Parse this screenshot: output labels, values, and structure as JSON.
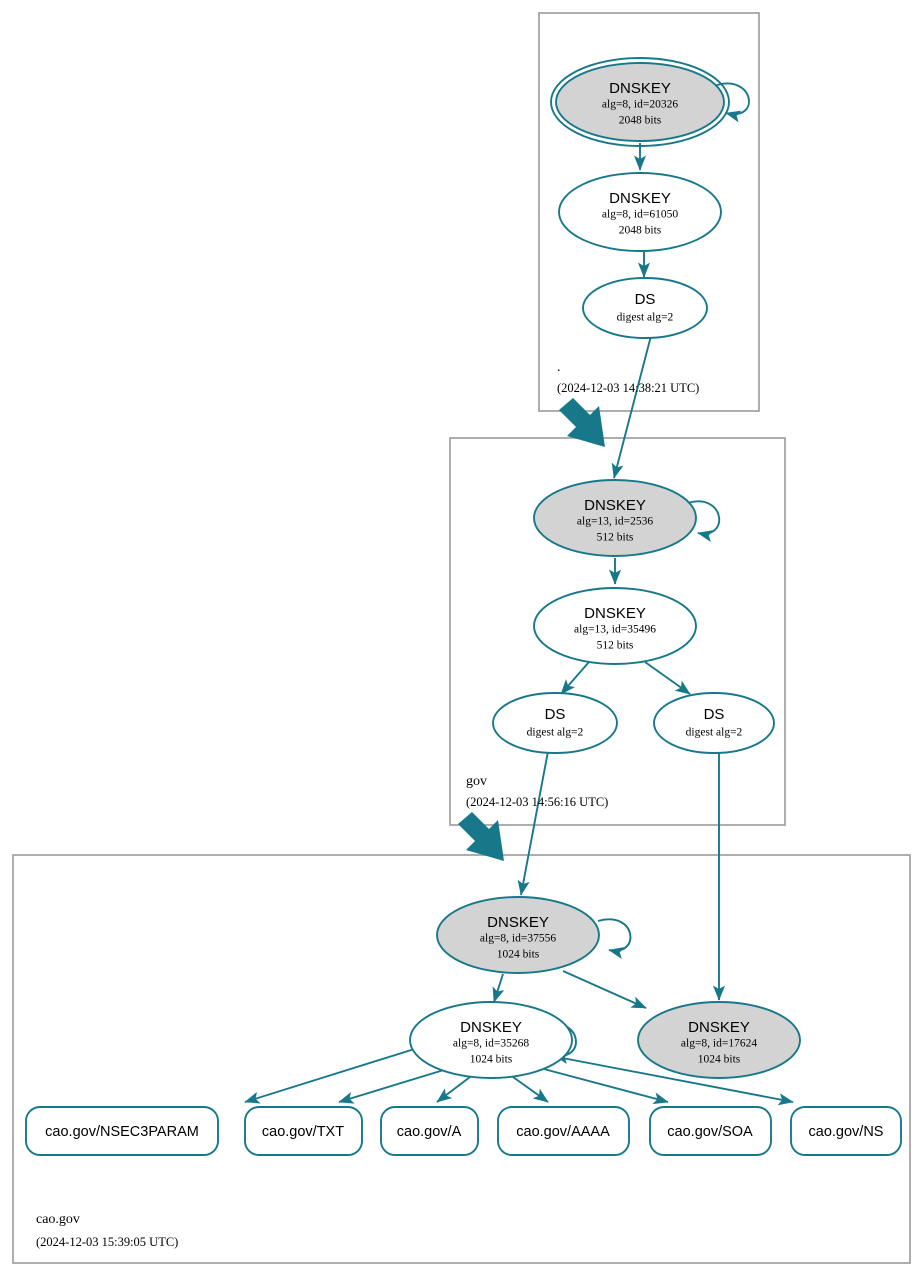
{
  "diagram": {
    "title": "DNSSEC authentication chain for cao.gov",
    "accent_color": "#17788a",
    "secure_fill": "#d3d3d3",
    "zone_border_color": "#9a9a9a"
  },
  "zones": [
    {
      "id": "root",
      "name": ".",
      "timestamp": "(2024-12-03 14:38:21 UTC)",
      "nodes": [
        {
          "id": "root-ksk",
          "type": "DNSKEY",
          "title": "DNSKEY",
          "line2": "alg=8, id=20326",
          "line3": "2048 bits",
          "alg": "8",
          "key_id": "20326",
          "key_size": "2048 bits",
          "trust_anchor": true,
          "shape": "doubleellipse",
          "fill": "#d3d3d3",
          "self_signed": true
        },
        {
          "id": "root-zsk",
          "type": "DNSKEY",
          "title": "DNSKEY",
          "line2": "alg=8, id=61050",
          "line3": "2048 bits",
          "alg": "8",
          "key_id": "61050",
          "key_size": "2048 bits",
          "trust_anchor": false,
          "shape": "ellipse",
          "fill": "#ffffff",
          "self_signed": false
        },
        {
          "id": "root-ds-gov",
          "type": "DS",
          "title": "DS",
          "line2": "digest alg=2",
          "line3": "",
          "digest_alg": "2",
          "shape": "ellipse",
          "fill": "#ffffff"
        }
      ]
    },
    {
      "id": "gov",
      "name": "gov",
      "timestamp": "(2024-12-03 14:56:16 UTC)",
      "nodes": [
        {
          "id": "gov-ksk",
          "type": "DNSKEY",
          "title": "DNSKEY",
          "line2": "alg=13, id=2536",
          "line3": "512 bits",
          "alg": "13",
          "key_id": "2536",
          "key_size": "512 bits",
          "shape": "ellipse",
          "fill": "#d3d3d3",
          "self_signed": true
        },
        {
          "id": "gov-zsk",
          "type": "DNSKEY",
          "title": "DNSKEY",
          "line2": "alg=13, id=35496",
          "line3": "512 bits",
          "alg": "13",
          "key_id": "35496",
          "key_size": "512 bits",
          "shape": "ellipse",
          "fill": "#ffffff",
          "self_signed": false
        },
        {
          "id": "gov-ds-1",
          "type": "DS",
          "title": "DS",
          "line2": "digest alg=2",
          "line3": "",
          "digest_alg": "2",
          "shape": "ellipse",
          "fill": "#ffffff"
        },
        {
          "id": "gov-ds-2",
          "type": "DS",
          "title": "DS",
          "line2": "digest alg=2",
          "line3": "",
          "digest_alg": "2",
          "shape": "ellipse",
          "fill": "#ffffff"
        }
      ]
    },
    {
      "id": "caogov",
      "name": "cao.gov",
      "timestamp": "(2024-12-03 15:39:05 UTC)",
      "nodes": [
        {
          "id": "cao-ksk-37556",
          "type": "DNSKEY",
          "title": "DNSKEY",
          "line2": "alg=8, id=37556",
          "line3": "1024 bits",
          "alg": "8",
          "key_id": "37556",
          "key_size": "1024 bits",
          "shape": "ellipse",
          "fill": "#d3d3d3",
          "self_signed": true
        },
        {
          "id": "cao-zsk-35268",
          "type": "DNSKEY",
          "title": "DNSKEY",
          "line2": "alg=8, id=35268",
          "line3": "1024 bits",
          "alg": "8",
          "key_id": "35268",
          "key_size": "1024 bits",
          "shape": "ellipse",
          "fill": "#ffffff",
          "self_signed": true
        },
        {
          "id": "cao-ksk-17624",
          "type": "DNSKEY",
          "title": "DNSKEY",
          "line2": "alg=8, id=17624",
          "line3": "1024 bits",
          "alg": "8",
          "key_id": "17624",
          "key_size": "1024 bits",
          "shape": "ellipse",
          "fill": "#d3d3d3",
          "self_signed": false
        }
      ],
      "rrsets": [
        {
          "id": "rr-nsec3param",
          "label": "cao.gov/NSEC3PARAM"
        },
        {
          "id": "rr-txt",
          "label": "cao.gov/TXT"
        },
        {
          "id": "rr-a",
          "label": "cao.gov/A"
        },
        {
          "id": "rr-aaaa",
          "label": "cao.gov/AAAA"
        },
        {
          "id": "rr-soa",
          "label": "cao.gov/SOA"
        },
        {
          "id": "rr-ns",
          "label": "cao.gov/NS"
        }
      ]
    }
  ],
  "edges": [
    {
      "from": "root-ksk",
      "to": "root-ksk",
      "kind": "self-sign"
    },
    {
      "from": "root-ksk",
      "to": "root-zsk",
      "kind": "sign"
    },
    {
      "from": "root-zsk",
      "to": "root-ds-gov",
      "kind": "sign"
    },
    {
      "from": "root-ds-gov",
      "to": "gov-ksk",
      "kind": "ds-to-dnskey"
    },
    {
      "from": "root",
      "to": "gov",
      "kind": "delegation"
    },
    {
      "from": "gov-ksk",
      "to": "gov-ksk",
      "kind": "self-sign"
    },
    {
      "from": "gov-ksk",
      "to": "gov-zsk",
      "kind": "sign"
    },
    {
      "from": "gov-zsk",
      "to": "gov-ds-1",
      "kind": "sign"
    },
    {
      "from": "gov-zsk",
      "to": "gov-ds-2",
      "kind": "sign"
    },
    {
      "from": "gov-ds-1",
      "to": "cao-ksk-37556",
      "kind": "ds-to-dnskey"
    },
    {
      "from": "gov-ds-2",
      "to": "cao-ksk-17624",
      "kind": "ds-to-dnskey"
    },
    {
      "from": "gov",
      "to": "caogov",
      "kind": "delegation"
    },
    {
      "from": "cao-ksk-37556",
      "to": "cao-ksk-37556",
      "kind": "self-sign"
    },
    {
      "from": "cao-ksk-37556",
      "to": "cao-zsk-35268",
      "kind": "sign"
    },
    {
      "from": "cao-ksk-37556",
      "to": "cao-ksk-17624",
      "kind": "sign"
    },
    {
      "from": "cao-zsk-35268",
      "to": "cao-zsk-35268",
      "kind": "self-sign"
    },
    {
      "from": "cao-zsk-35268",
      "to": "rr-nsec3param",
      "kind": "sign"
    },
    {
      "from": "cao-zsk-35268",
      "to": "rr-txt",
      "kind": "sign"
    },
    {
      "from": "cao-zsk-35268",
      "to": "rr-a",
      "kind": "sign"
    },
    {
      "from": "cao-zsk-35268",
      "to": "rr-aaaa",
      "kind": "sign"
    },
    {
      "from": "cao-zsk-35268",
      "to": "rr-soa",
      "kind": "sign"
    },
    {
      "from": "cao-zsk-35268",
      "to": "rr-ns",
      "kind": "sign"
    }
  ]
}
